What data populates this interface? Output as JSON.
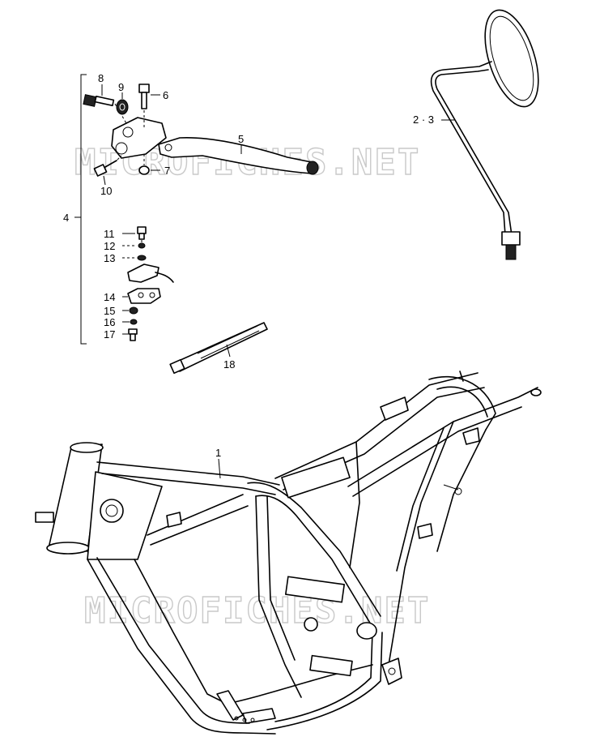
{
  "watermarks": [
    "MICROFICHES.NET",
    "MICROFICHES.NET"
  ],
  "callouts": {
    "c1": "1",
    "c23": "2 · 3",
    "c4": "4",
    "c5": "5",
    "c6": "6",
    "c7": "7",
    "c8": "8",
    "c9": "9",
    "c10": "10",
    "c11": "11",
    "c12": "12",
    "c13": "13",
    "c14": "14",
    "c15": "15",
    "c16": "16",
    "c17": "17",
    "c18": "18"
  }
}
